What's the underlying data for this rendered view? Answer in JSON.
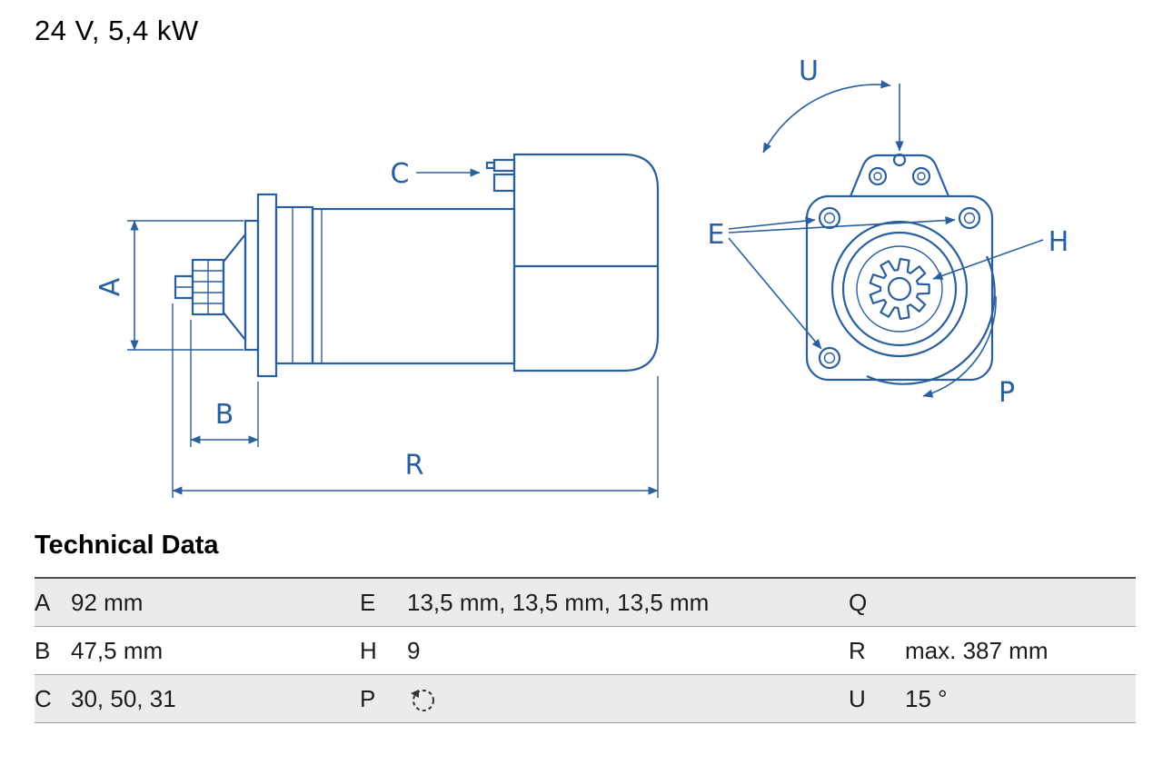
{
  "title": "24 V, 5,4 kW",
  "diagram": {
    "line_color": "#2a5f9f",
    "gear_tooth_count": 9,
    "labels": {
      "A": "A",
      "B": "B",
      "C": "C",
      "R": "R",
      "E": "E",
      "H": "H",
      "P": "P",
      "U": "U"
    }
  },
  "technical_data": {
    "heading": "Technical Data",
    "rows": [
      {
        "c1_key": "A",
        "c1_val": "92 mm",
        "c2_key": "E",
        "c2_val": "13,5 mm, 13,5 mm, 13,5 mm",
        "c3_key": "Q",
        "c3_val": ""
      },
      {
        "c1_key": "B",
        "c1_val": "47,5 mm",
        "c2_key": "H",
        "c2_val": "9",
        "c3_key": "R",
        "c3_val": "max. 387 mm"
      },
      {
        "c1_key": "C",
        "c1_val": "30, 50, 31",
        "c2_key": "P",
        "c2_val": "",
        "c3_key": "U",
        "c3_val": "15 °"
      }
    ],
    "p_rotation": "counterclockwise"
  }
}
